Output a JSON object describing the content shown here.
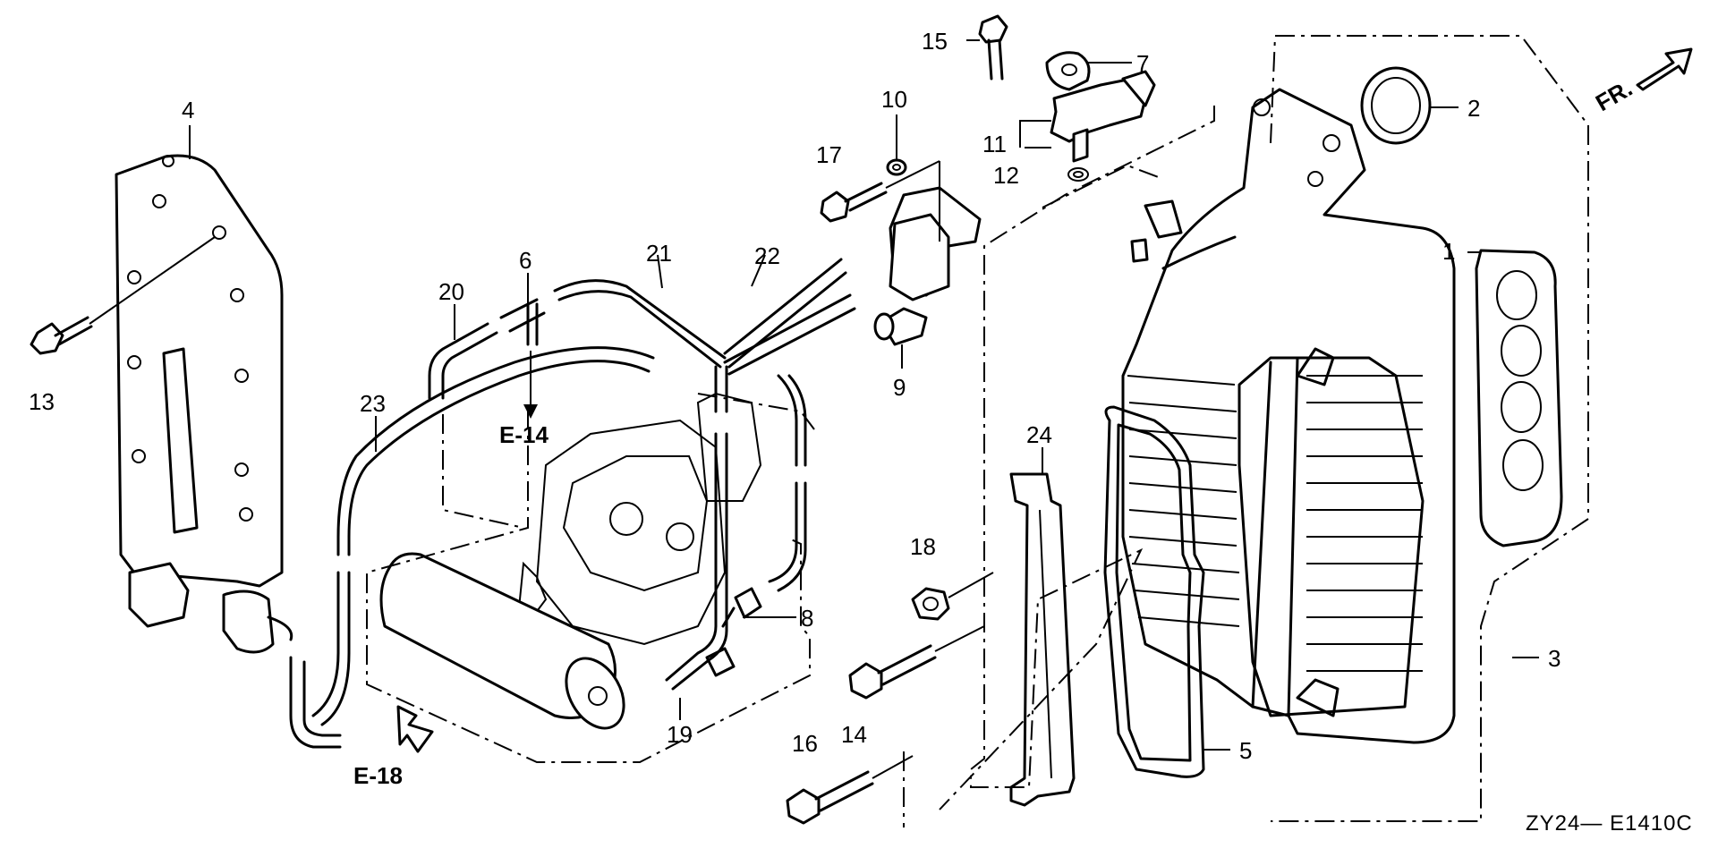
{
  "diagram": {
    "callouts": {
      "c1": "1",
      "c2": "2",
      "c3": "3",
      "c4": "4",
      "c5": "5",
      "c6": "6",
      "c7": "7",
      "c8": "8",
      "c9": "9",
      "c10": "10",
      "c11": "11",
      "c12": "12",
      "c13": "13",
      "c14": "14",
      "c15": "15",
      "c16": "16",
      "c17": "17",
      "c18": "18",
      "c19": "19",
      "c20": "20",
      "c21": "21",
      "c22": "22",
      "c23": "23",
      "c24": "24"
    },
    "references": {
      "e14": "E-14",
      "e18": "E-18"
    },
    "direction_label": "FR.",
    "drawing_code": "ZY24— E1410C"
  }
}
